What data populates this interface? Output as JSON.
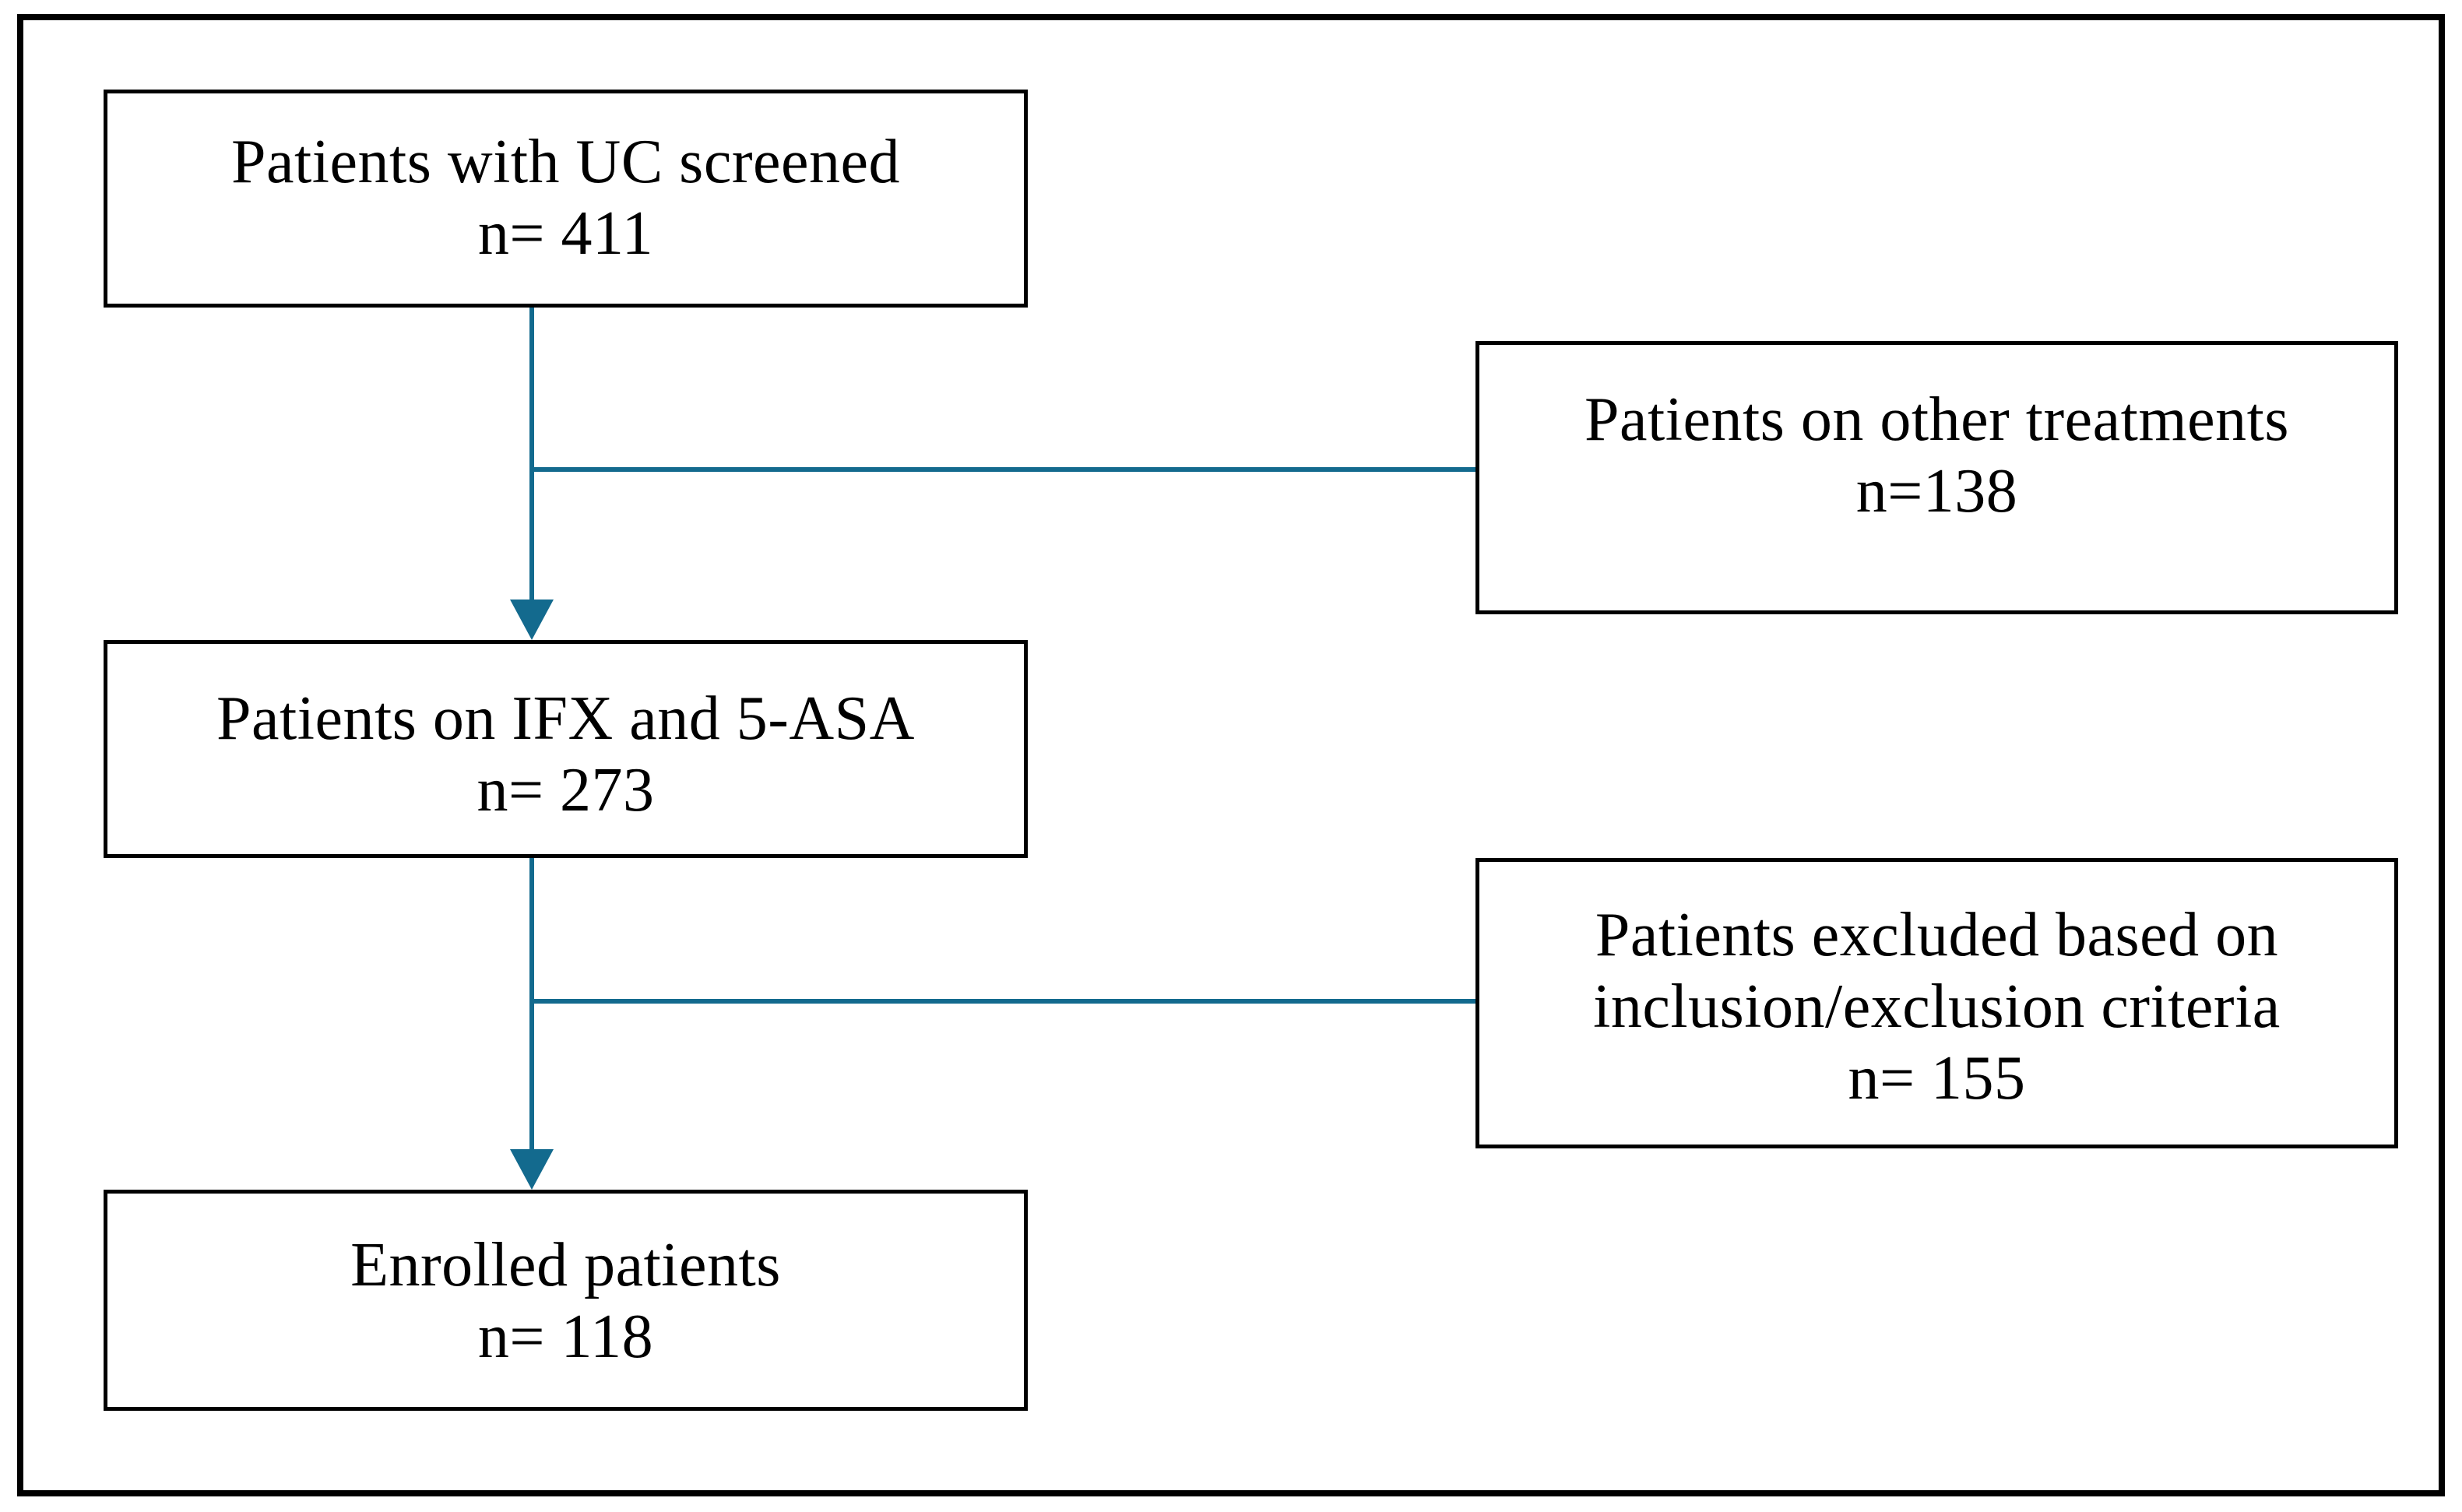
{
  "colors": {
    "arrow": "#136A8E",
    "box_border": "#000000",
    "frame_border": "#000000",
    "background": "#FFFFFF",
    "text": "#000000"
  },
  "figure": {
    "type": "flowchart"
  },
  "nodes": {
    "screened": {
      "label": "Patients with UC screened",
      "count": "n= 411"
    },
    "other_treatments": {
      "label": "Patients on other treatments",
      "count": "n=138"
    },
    "ifx_5asa": {
      "label": "Patients on IFX and 5-ASA",
      "count": "n= 273"
    },
    "excluded": {
      "label_line1": "Patients excluded based on",
      "label_line2": "inclusion/exclusion criteria",
      "count": "n= 155"
    },
    "enrolled": {
      "label": "Enrolled patients",
      "count": "n= 118"
    }
  }
}
